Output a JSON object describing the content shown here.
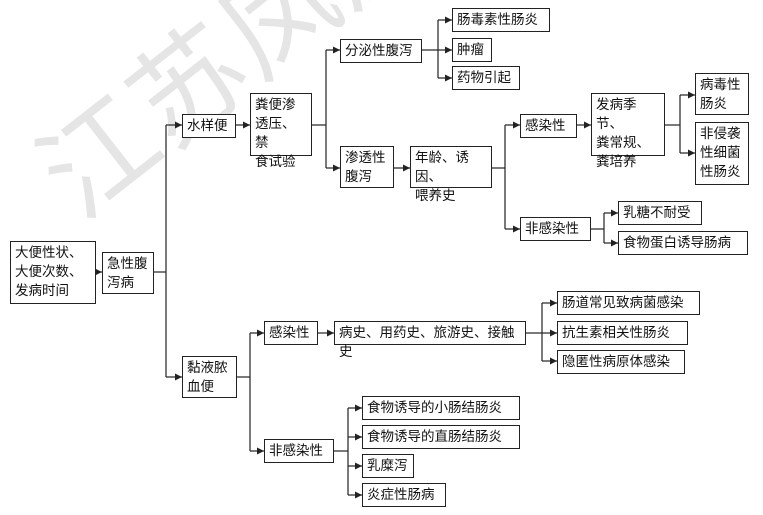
{
  "watermark": "江苏凤凰科学技",
  "nodes": {
    "root": "大便性状、\n大便次数、\n发病时间",
    "acute": "急性腹\n泻病",
    "watery": "水样便",
    "stool_test": "粪便渗\n透压、禁\n食试验",
    "secretory": "分泌性腹泻",
    "toxin": "肠毒素性肠炎",
    "tumor": "肿瘤",
    "drug": "药物引起",
    "osmotic": "渗透性\n腹泻",
    "age_history": "年龄、诱因、\n喂养史",
    "infectious_w": "感染性",
    "season_tests": "发病季节、\n粪常规、\n粪培养",
    "viral": "病毒性\n肠炎",
    "bacterial": "非侵袭\n性细菌\n性肠炎",
    "noninfectious_w": "非感染性",
    "lactose": "乳糖不耐受",
    "food_protein": "食物蛋白诱导肠病",
    "mucus": "黏液脓\n血便",
    "infectious_m": "感染性",
    "history": "病史、用药史、旅游史、接触史",
    "pathogen": "肠道常见致病菌感染",
    "antibiotic": "抗生素相关性肠炎",
    "hidden": "隐匿性病原体感染",
    "noninfectious_m": "非感染性",
    "food_small": "食物诱导的小肠结肠炎",
    "food_rectal": "食物诱导的直肠结肠炎",
    "chylous": "乳糜泻",
    "ibd": "炎症性肠病"
  }
}
